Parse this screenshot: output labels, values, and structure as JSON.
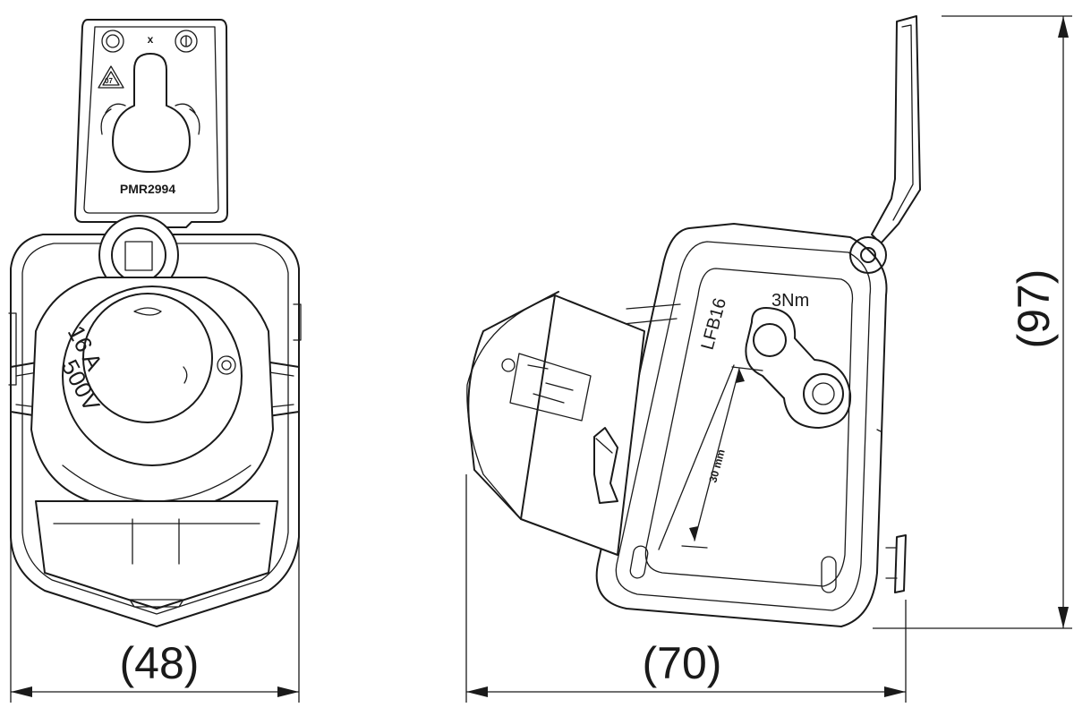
{
  "dimensions": {
    "width_front": "(48)",
    "width_side": "(70)",
    "height": "(97)"
  },
  "front_view": {
    "part_number": "PMR2994",
    "x_mark": "x",
    "rating_current": "16 A",
    "rating_voltage": "500V",
    "recycle_code": "07"
  },
  "side_view": {
    "torque": "3Nm",
    "model": "LFB16",
    "strip_length": "30 mm"
  }
}
